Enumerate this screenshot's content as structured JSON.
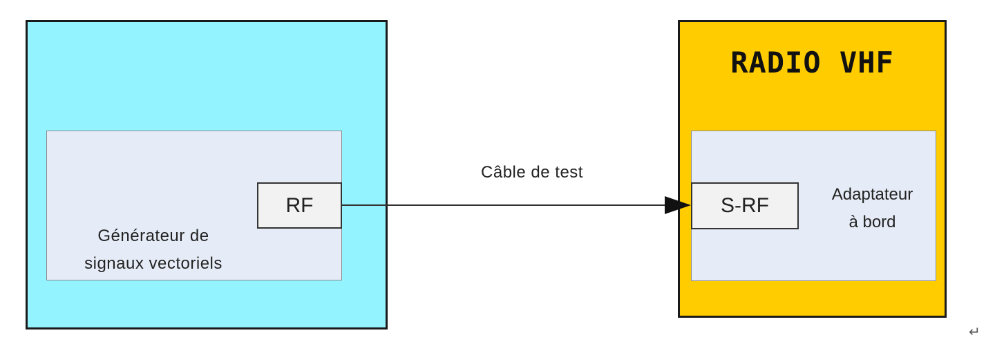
{
  "colors": {
    "left_fill": "#93f3ff",
    "right_fill": "#ffcc00",
    "inner_fill": "#e6ecf7",
    "port_fill": "#f2f2f2",
    "line": "#333333"
  },
  "left_device": {
    "port_label": "RF",
    "label": "Générateur de\nsignaux vectoriels"
  },
  "right_device": {
    "title": "RADIO VHF",
    "port_label": "S-RF",
    "label": "Adaptateur\nà bord"
  },
  "connection": {
    "label": "Câble de test",
    "direction": "left-to-right"
  },
  "paragraph_mark": "↵"
}
